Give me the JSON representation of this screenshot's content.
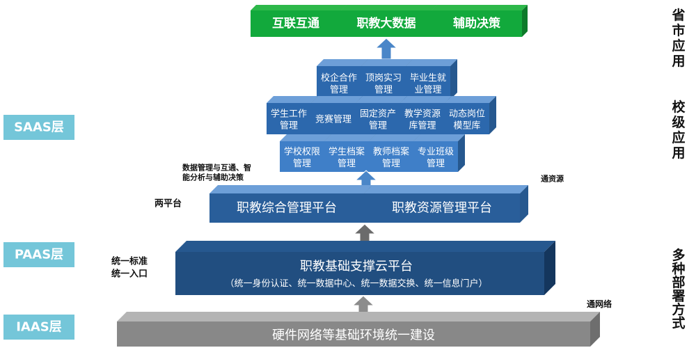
{
  "colors": {
    "green_top": "#2db84a",
    "green_front": "#12a93c",
    "green_side": "#0d7a2a",
    "blue_light_top": "#6d9fd8",
    "blue_light_front": "#3f7fc8",
    "blue_light_side": "#26588f",
    "blue_cube_front": "#2c68ad",
    "blue_mid_front": "#295e9a",
    "blue_dark_front": "#214e80",
    "blue_dark_side": "#14365d",
    "gray_front": "#888888",
    "gray_top": "#b4b4b4",
    "gray_side": "#6e6e6e",
    "arrow_blue": "#4a86c8",
    "arrow_gray": "#8c8c8c",
    "layer_label": "#74c6d9"
  },
  "top_bar": {
    "cells": [
      "互联互通",
      "职教大数据",
      "辅助决策"
    ]
  },
  "saas_modules": {
    "row1": [
      "校企合作管理",
      "顶岗实习管理",
      "毕业生就业管理"
    ],
    "row2": [
      "学生工作管理",
      "竞赛管理",
      "固定资产管理",
      "教学资源库管理",
      "动态岗位模型库"
    ],
    "row3": [
      "学校权限管理",
      "学生档案管理",
      "教师档案管理",
      "专业班级管理"
    ]
  },
  "platforms": {
    "left": "职教综合管理平台",
    "right": "职教资源管理平台"
  },
  "cloud_platform": {
    "title": "职教基础支撑云平台",
    "subtitle": "（统一身份认证、统一数据中心、统一数据交换、统一信息门户）"
  },
  "infrastructure": {
    "title": "硬件网络等基础环境统一建设"
  },
  "layers": {
    "saas": "SAAS层",
    "paas": "PAAS层",
    "iaas": "IAAS层"
  },
  "annotations": {
    "data_note_line1": "数据管理与互通、智",
    "data_note_line2": "能分析与辅助决策",
    "resource_note": "通资源",
    "two_platforms": "两平台",
    "unify_line1": "统一标准",
    "unify_line2": "统一入口",
    "network_note": "通网络"
  },
  "right_labels": {
    "provincial": "省市应用",
    "school": "校级应用",
    "deployment": "多种部署方式"
  }
}
